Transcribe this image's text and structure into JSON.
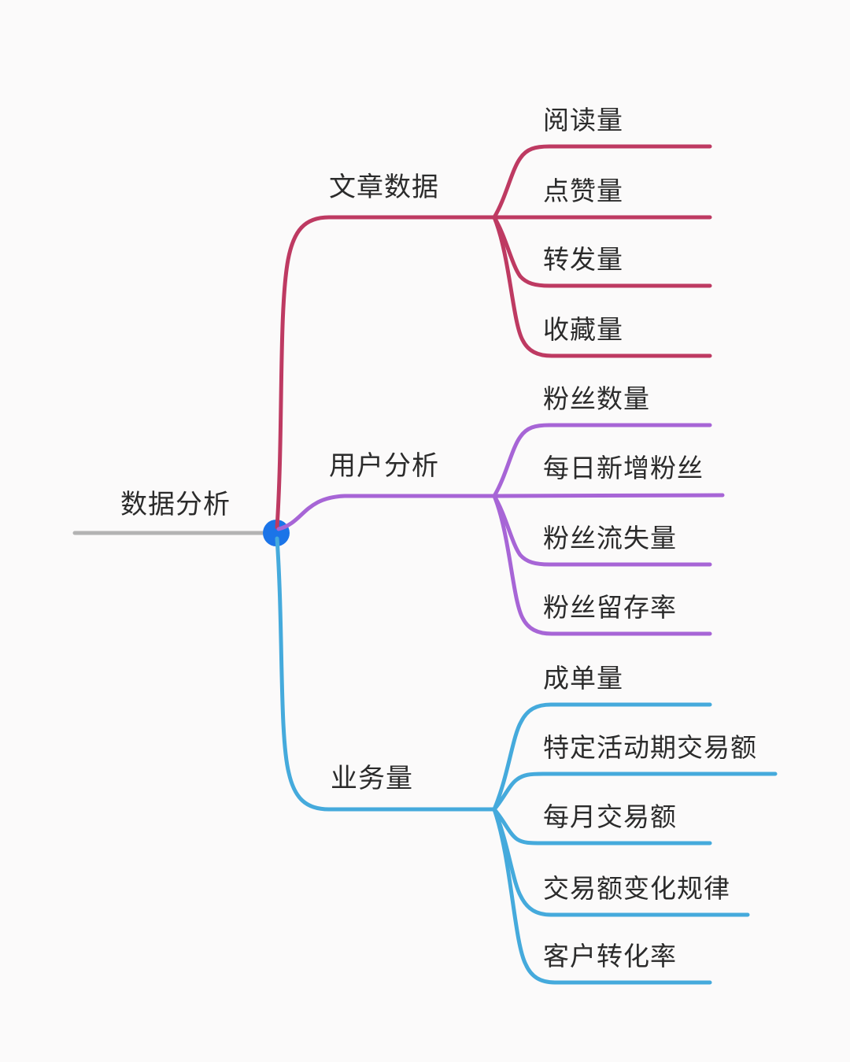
{
  "diagram": {
    "type": "mindmap",
    "root": {
      "label": "数据分析"
    },
    "branches": [
      {
        "label": "文章数据",
        "color": "#BE3A62",
        "children": [
          {
            "label": "阅读量"
          },
          {
            "label": "点赞量"
          },
          {
            "label": "转发量"
          },
          {
            "label": "收藏量"
          }
        ]
      },
      {
        "label": "用户分析",
        "color": "#A765D6",
        "children": [
          {
            "label": "粉丝数量"
          },
          {
            "label": "每日新增粉丝"
          },
          {
            "label": "粉丝流失量"
          },
          {
            "label": "粉丝留存率"
          }
        ]
      },
      {
        "label": "业务量",
        "color": "#45AADC",
        "children": [
          {
            "label": "成单量"
          },
          {
            "label": "特定活动期交易额"
          },
          {
            "label": "每月交易额"
          },
          {
            "label": "交易额变化规律"
          },
          {
            "label": "客户转化率"
          }
        ]
      }
    ],
    "colors": {
      "root_line": "#B3B3B3",
      "hub_dot": "#1B74E8",
      "text": "#2B2B2B",
      "background": "#FBFAFA"
    }
  }
}
